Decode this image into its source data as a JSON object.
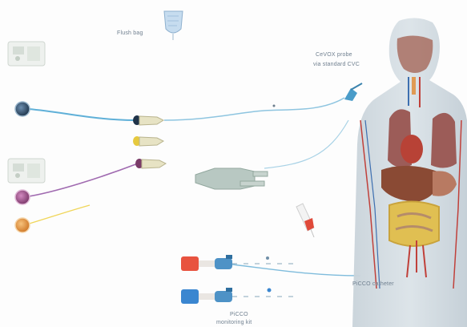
{
  "labels": {
    "flush_bag": "Flush bag",
    "probe_line1": "CeVOX probe",
    "probe_line2": "via standard CVC",
    "catheter": "PiCCO catheter",
    "monitoring_line1": "PiCCO",
    "monitoring_line2": "monitoring kit"
  },
  "colors": {
    "cable_blue": "#5fb0d8",
    "cable_purple": "#a06ab0",
    "cable_yellow": "#f0d65a",
    "connector_blue": "#2f4f6f",
    "connector_purple": "#9b4f86",
    "connector_orange": "#e69a4a",
    "transducer_red": "#e8533f",
    "transducer_blue": "#3a86d0",
    "body_skin": "#b6c4cc",
    "organ_liver": "#8a4a34",
    "organ_intestine": "#e0bf52",
    "organ_lungs": "#9c5c58"
  },
  "icons": {
    "flush_bag": "flush-bag-icon",
    "monitor_ports": "monitor-port-icon",
    "human_body": "human-anatomy-icon"
  }
}
